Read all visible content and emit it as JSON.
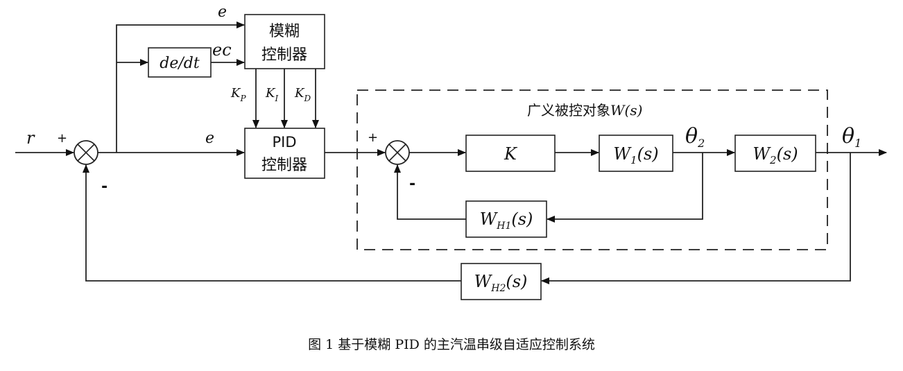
{
  "diagram": {
    "blocks": {
      "fuzzy_controller": [
        "模糊",
        "控制器"
      ],
      "derivative": "de/dt",
      "pid_controller": [
        "PID",
        "控制器"
      ],
      "gain": "K",
      "w1": "W",
      "w1_sub": "1",
      "w1_arg": "(s)",
      "w2": "W",
      "w2_sub": "2",
      "w2_arg": "(s)",
      "wh1": "W",
      "wh1_sub": "H1",
      "wh1_arg": "(s)",
      "wh2": "W",
      "wh2_sub": "H2",
      "wh2_arg": "(s)"
    },
    "signals": {
      "r": "r",
      "e_top": "e",
      "ec": "ec",
      "e_mid": "e",
      "kp": "K",
      "kp_sub": "P",
      "ki": "K",
      "ki_sub": "I",
      "kd": "K",
      "kd_sub": "D",
      "theta2": "θ",
      "theta2_sub": "2",
      "theta1": "θ",
      "theta1_sub": "1"
    },
    "signs": {
      "plus1": "+",
      "minus1": "-",
      "plus2": "+",
      "minus2": "-"
    },
    "plant_region_label": "广义被控对象",
    "plant_region_label_fn": "W(s)"
  },
  "caption": "图 1 基于模糊 PID 的主汽温串级自适应控制系统"
}
